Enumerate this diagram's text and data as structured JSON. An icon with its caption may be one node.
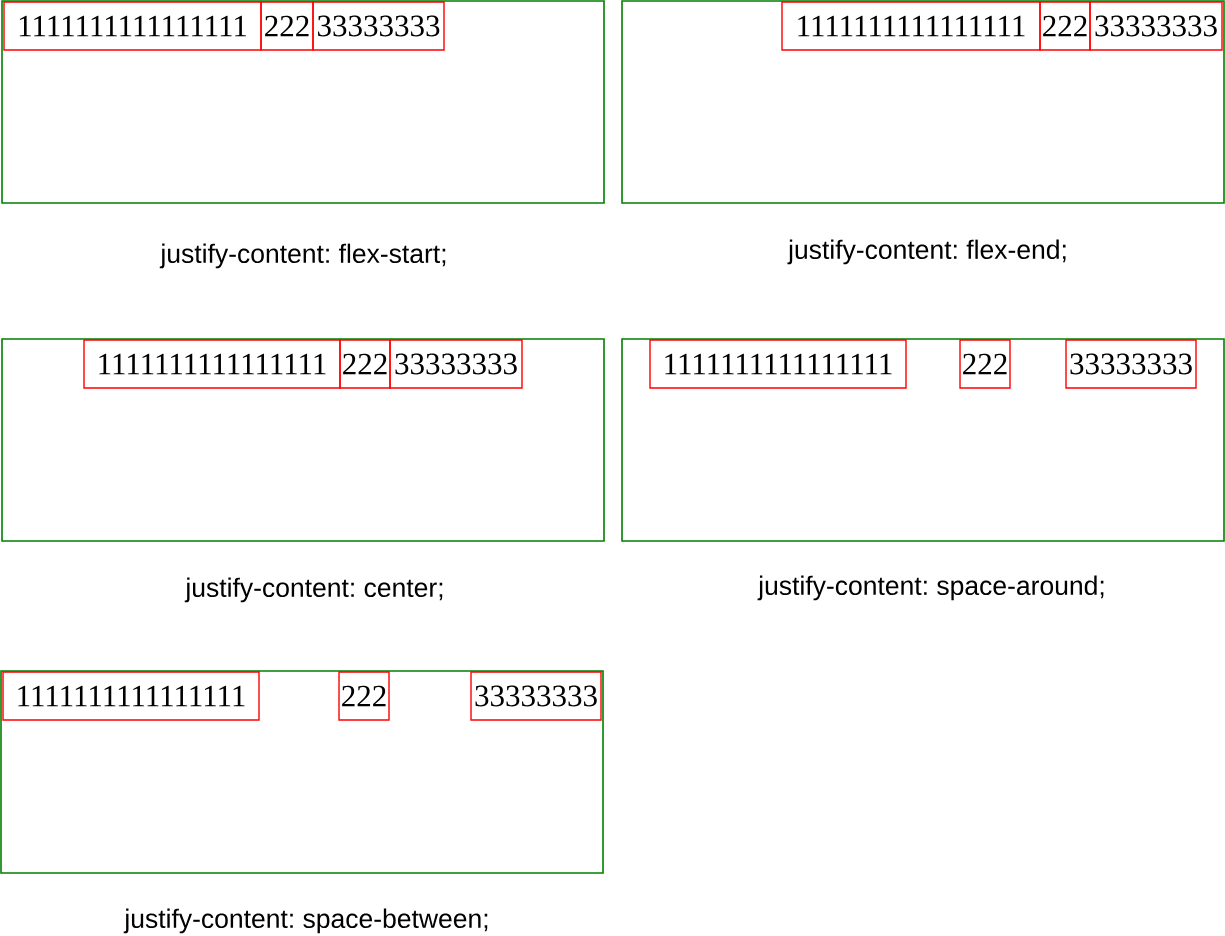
{
  "diagram": {
    "nodes": [
      {
        "text": [],
        "shape": "box",
        "beside": [
          "justify-content: flex-start;"
        ]
      },
      {
        "text": [
          "1111111111111111"
        ],
        "in": 0
      },
      {
        "text": [
          "222"
        ],
        "in": 0
      },
      {
        "text": [
          "33333333"
        ],
        "in": 0
      },
      {
        "text": [],
        "shape": "box",
        "beside": [
          "justify-content: flex-end;"
        ]
      },
      {
        "text": [
          "1111111111111111"
        ],
        "in": 4
      },
      {
        "text": [
          "222"
        ],
        "in": 4
      },
      {
        "text": [
          "33333333"
        ],
        "in": 4
      },
      {
        "text": [],
        "shape": "box",
        "beside": [
          "justify-content: center;"
        ]
      },
      {
        "text": [
          "1111111111111111"
        ],
        "in": 8
      },
      {
        "text": [
          "222"
        ],
        "in": 8
      },
      {
        "text": [
          "33333333"
        ],
        "in": 8
      },
      {
        "text": [],
        "shape": "box",
        "beside": [
          "justify-content: space-around;"
        ]
      },
      {
        "text": [
          "1111111111111111"
        ],
        "in": 12
      },
      {
        "text": [
          "222"
        ],
        "in": 12
      },
      {
        "text": [
          "33333333"
        ],
        "in": 12
      },
      {
        "text": [],
        "shape": "box",
        "beside": [
          "justify-content: space-between;"
        ]
      },
      {
        "text": [
          "1111111111111111"
        ],
        "in": 16
      },
      {
        "text": [
          "222"
        ],
        "in": 16
      },
      {
        "text": [
          "33333333"
        ],
        "in": 16
      }
    ]
  }
}
